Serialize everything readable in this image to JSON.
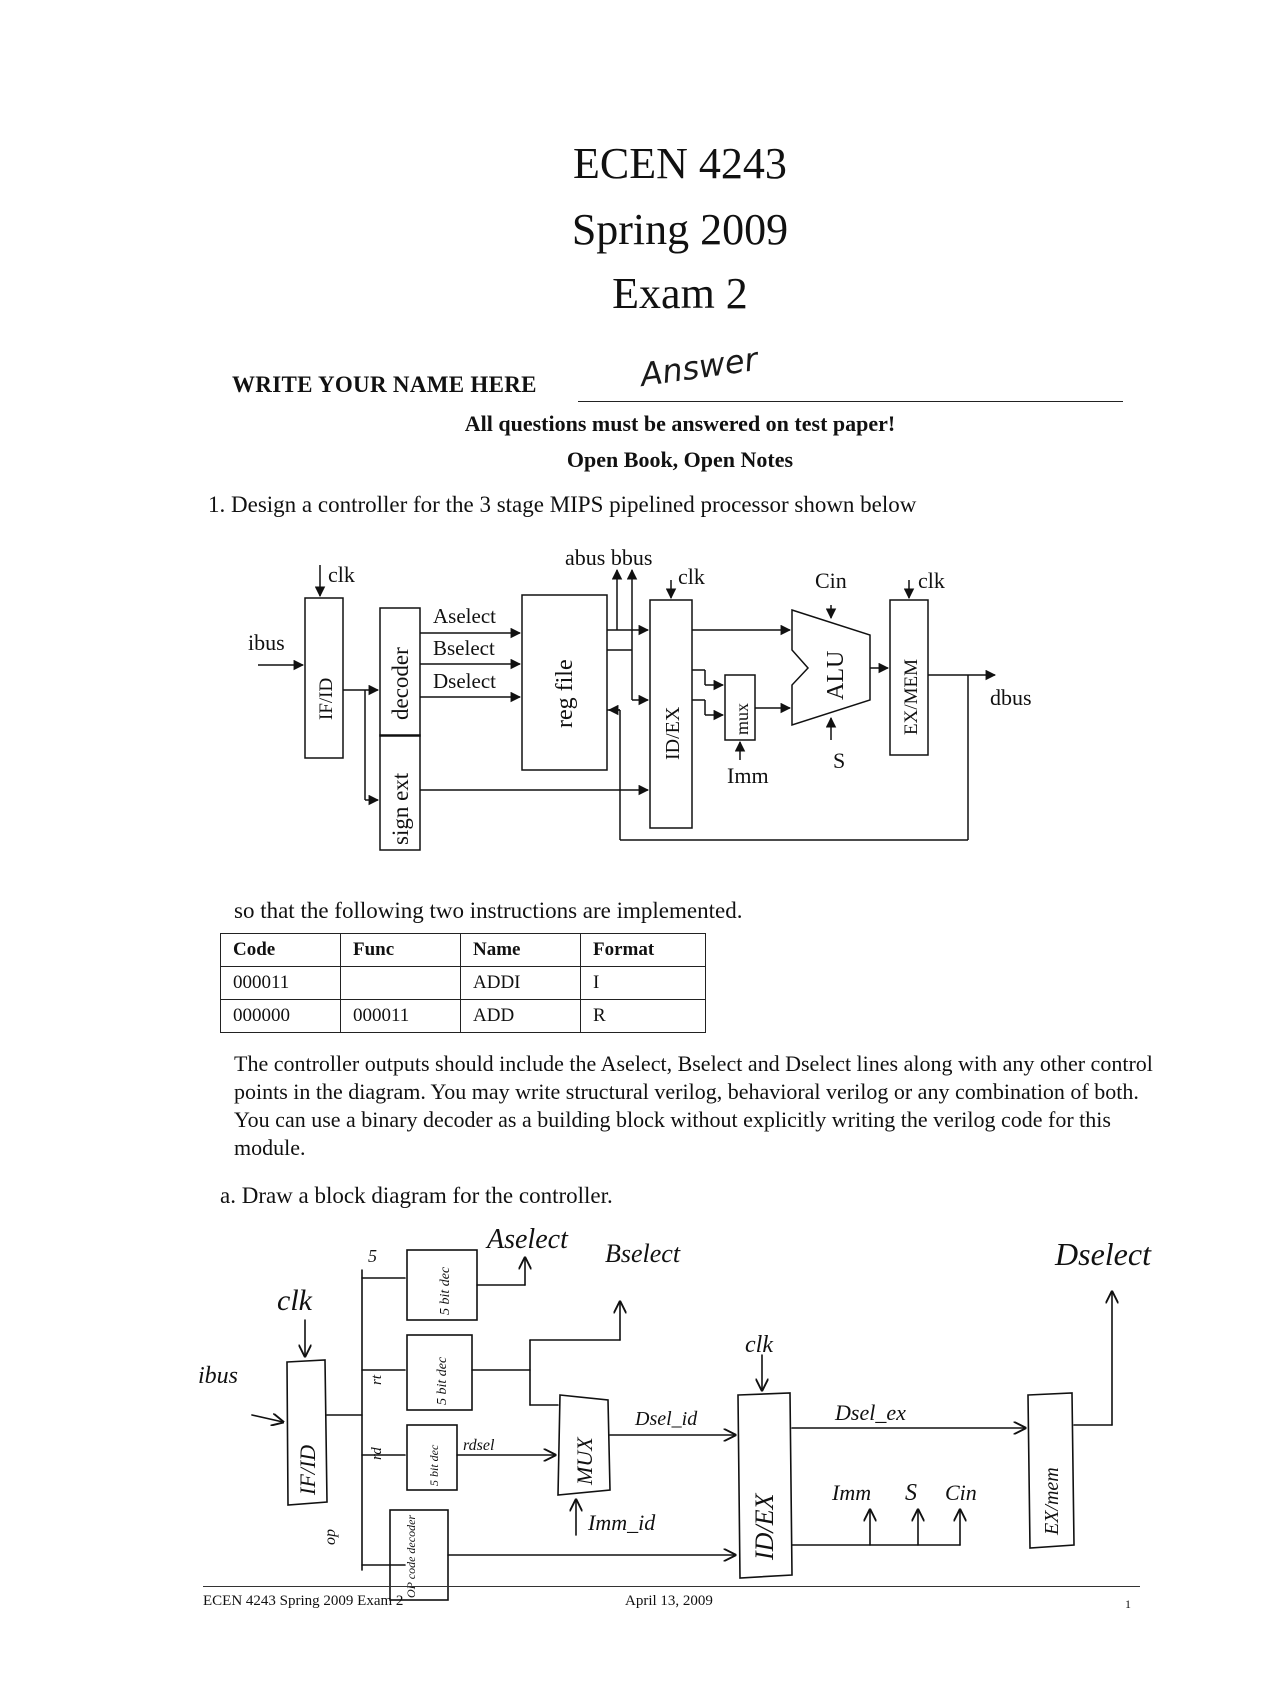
{
  "header": {
    "course": "ECEN 4243",
    "term": "Spring 2009",
    "exam": "Exam 2"
  },
  "name_field": {
    "label": "WRITE YOUR NAME HERE",
    "answer": "Answer"
  },
  "instructions": {
    "line1": "All questions must be answered on test paper!",
    "line2": "Open Book, Open Notes"
  },
  "question1": {
    "prompt": "1. Design a controller for the 3 stage MIPS pipelined  processor shown below",
    "follow": "so that the following two instructions are implemented.",
    "paragraph": "The controller outputs should include the Aselect, Bselect and Dselect lines along with any other control points in the diagram. You may write structural verilog, behavioral verilog or any combination of both. You can use a binary decoder as a building block without explicitly writing the verilog code for this module.",
    "part_a": "a. Draw a block diagram for the controller."
  },
  "diagram": {
    "clk": "clk",
    "ibus": "ibus",
    "ifid": "IF/ID",
    "decoder": "decoder",
    "aselect": "Aselect",
    "bselect": "Bselect",
    "dselect": "Dselect",
    "regfile": "reg file",
    "abus_bbus": "abus bbus",
    "idex": "ID/EX",
    "mux": "mux",
    "imm": "Imm",
    "alu": "ALU",
    "cin": "Cin",
    "s": "S",
    "exmem": "EX/MEM",
    "dbus": "dbus",
    "signext": "sign ext"
  },
  "table": {
    "headers": [
      "Code",
      "Func",
      "Name",
      "Format"
    ],
    "rows": [
      [
        "000011",
        "",
        "ADDI",
        "I"
      ],
      [
        "000000",
        "000011",
        "ADD",
        "R"
      ]
    ]
  },
  "sketch": {
    "aselect": "Aselect",
    "bselect": "Bselect",
    "dselect": "Dselect",
    "clk1": "clk",
    "clk2": "clk",
    "ibus": "ibus",
    "ifid": "IF/ID",
    "dec_a": "5 bit dec",
    "dec_b": "5 bit dec",
    "dec_c": "5 bit dec",
    "label_5": "5",
    "rt": "rt",
    "rd": "rd",
    "rdsel": "rdsel",
    "mux": "MUX",
    "dsel_id": "Dsel_id",
    "imm_id": "Imm_id",
    "idex": "ID/EX",
    "dsel_ex": "Dsel_ex",
    "imm": "Imm",
    "s": "S",
    "cin": "Cin",
    "exmem": "EX/mem",
    "op": "op",
    "opcode_decoder": "OP code decoder"
  },
  "footer": {
    "left": "ECEN 4243 Spring 2009 Exam 2",
    "date": "April 13, 2009",
    "page": "1"
  }
}
